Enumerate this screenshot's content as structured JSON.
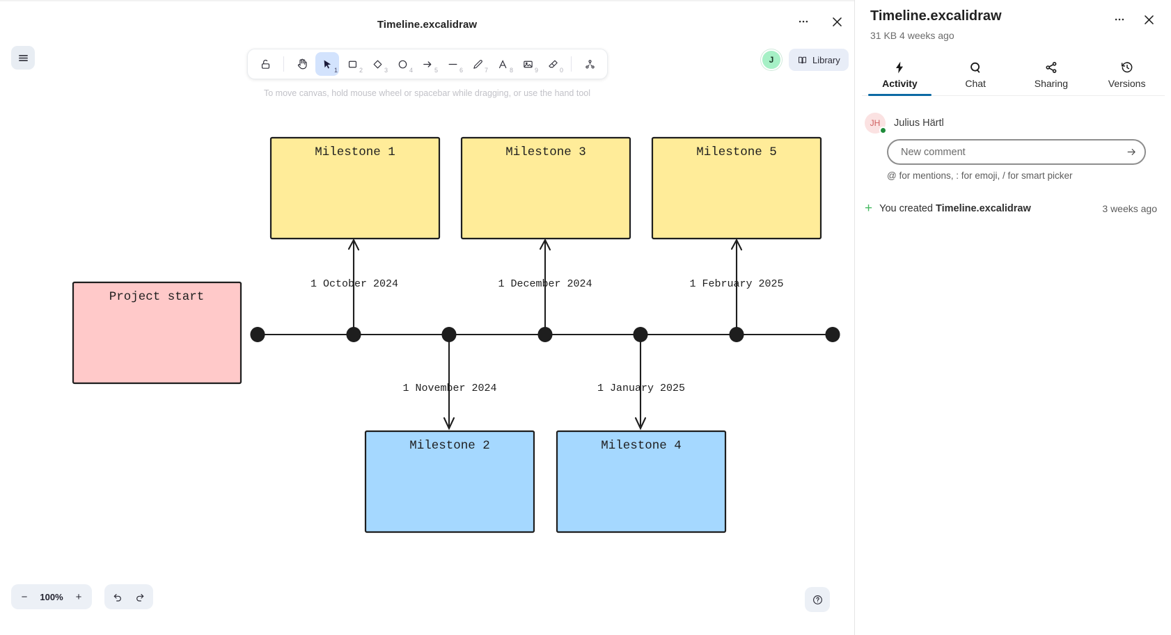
{
  "window": {
    "title": "Timeline.excalidraw",
    "more_icon": "ellipsis-icon",
    "close_icon": "close-icon"
  },
  "editor": {
    "menu_icon": "hamburger-menu-icon",
    "hint": "To move canvas, hold mouse wheel or spacebar while dragging, or use the hand tool",
    "avatar_initial": "J",
    "library_label": "Library",
    "zoom_level": "100%",
    "zoom_out_label": "−",
    "zoom_in_label": "+",
    "toolbar": [
      {
        "name": "lock-icon",
        "shortcut": ""
      },
      {
        "name": "hand-icon",
        "shortcut": ""
      },
      {
        "name": "selection-icon",
        "shortcut": "1"
      },
      {
        "name": "rectangle-icon",
        "shortcut": "2"
      },
      {
        "name": "diamond-icon",
        "shortcut": "3"
      },
      {
        "name": "ellipse-icon",
        "shortcut": "4"
      },
      {
        "name": "arrow-icon",
        "shortcut": "5"
      },
      {
        "name": "line-icon",
        "shortcut": "6"
      },
      {
        "name": "draw-icon",
        "shortcut": "7"
      },
      {
        "name": "text-icon",
        "shortcut": "8"
      },
      {
        "name": "image-icon",
        "shortcut": "9"
      },
      {
        "name": "eraser-icon",
        "shortcut": "0"
      },
      {
        "name": "frame-tools-icon",
        "shortcut": ""
      }
    ],
    "help_icon": "question-mark-icon"
  },
  "diagram": {
    "colors": {
      "yellow_fill": "#ffec99",
      "pink_fill": "#ffc9c9",
      "blue_fill": "#a5d8ff",
      "stroke": "#1e1e1e"
    },
    "start_box": {
      "label": "Project start",
      "fill": "#ffc9c9"
    },
    "top_boxes": [
      {
        "label": "Milestone 1",
        "fill": "#ffec99"
      },
      {
        "label": "Milestone 3",
        "fill": "#ffec99"
      },
      {
        "label": "Milestone 5",
        "fill": "#ffec99"
      }
    ],
    "bottom_boxes": [
      {
        "label": "Milestone 2",
        "fill": "#a5d8ff"
      },
      {
        "label": "Milestone 4",
        "fill": "#a5d8ff"
      }
    ],
    "dates_above": [
      "1 October 2024",
      "1 December 2024",
      "1 February 2025"
    ],
    "dates_below": [
      "1 November 2024",
      "1 January 2025"
    ],
    "timeline_nodes": 7
  },
  "sidebar": {
    "title": "Timeline.excalidraw",
    "subtitle": "31 KB 4 weeks ago",
    "more_icon": "ellipsis-icon",
    "close_icon": "close-icon",
    "tabs": [
      {
        "label": "Activity",
        "icon": "lightning-icon",
        "active": true
      },
      {
        "label": "Chat",
        "icon": "chat-q-icon",
        "active": false
      },
      {
        "label": "Sharing",
        "icon": "share-icon",
        "active": false
      },
      {
        "label": "Versions",
        "icon": "history-icon",
        "active": false
      }
    ],
    "author": {
      "initials": "JH",
      "name": "Julius Härtl",
      "status": "online"
    },
    "comment": {
      "placeholder": "New comment",
      "value": "",
      "submit_icon": "arrow-right-icon",
      "help": "@ for mentions, : for emoji, / for smart picker"
    },
    "activity": [
      {
        "icon": "plus-icon",
        "prefix": "You created ",
        "subject": "Timeline.excalidraw",
        "time": "3 weeks ago"
      }
    ]
  }
}
